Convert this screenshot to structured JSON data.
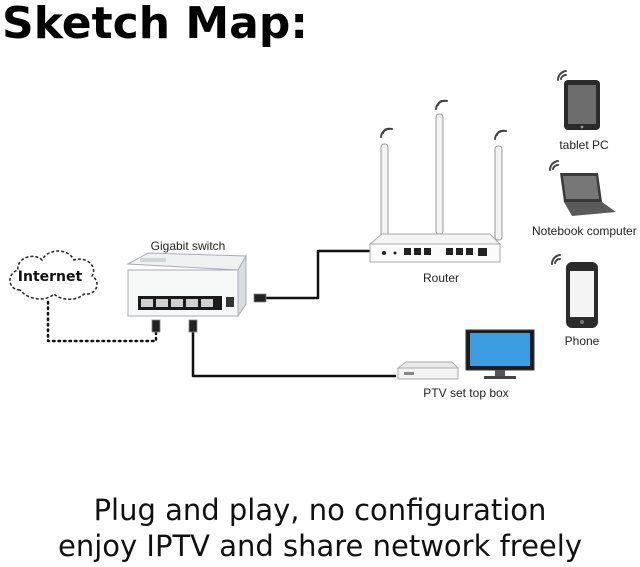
{
  "title": "Sketch Map:",
  "nodes": {
    "internet": "Internet",
    "switch": "Gigabit switch",
    "router": "Router",
    "settop": "PTV set top box",
    "tablet": "tablet PC",
    "notebook": "Notebook computer",
    "phone": "Phone"
  },
  "tagline": {
    "line1": "Plug and play, no configuration",
    "line2": "enjoy IPTV and share network freely"
  }
}
